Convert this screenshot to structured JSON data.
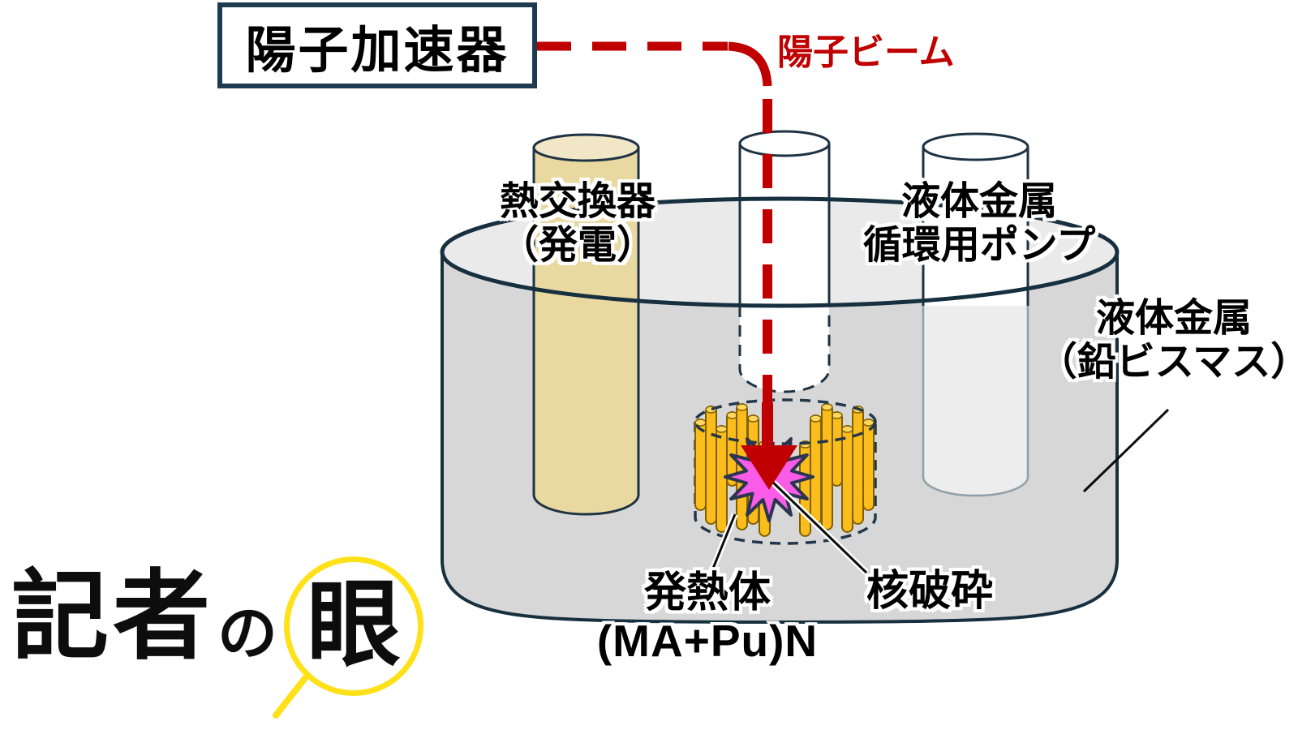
{
  "title_box": {
    "label": "陽子加速器"
  },
  "beam": {
    "label": "陽子ビーム"
  },
  "components": {
    "heat_exchanger": {
      "line1": "熱交換器",
      "line2": "（発電）"
    },
    "pump": {
      "line1": "液体金属",
      "line2": "循環用ポンプ"
    },
    "liquid_metal": {
      "line1": "液体金属",
      "line2": "（鉛ビスマス）"
    },
    "fuel": {
      "name": "発熱体",
      "formula": "(MA+Pu)N"
    },
    "spallation": {
      "label": "核破砕"
    }
  },
  "logo": {
    "kisha": "記者",
    "no": "の",
    "me": "眼"
  },
  "colors": {
    "beam_red": "#c00000",
    "outline_navy": "#1d3344",
    "tank_body": "#d7d7d7",
    "tank_top": "#eaeaea",
    "heat_exchanger_fill": "#e9d9a1",
    "rod_gold": "#fbbd1c",
    "spallation_pink": "#fa5ce8",
    "logo_yellow": "#ffe11a"
  }
}
